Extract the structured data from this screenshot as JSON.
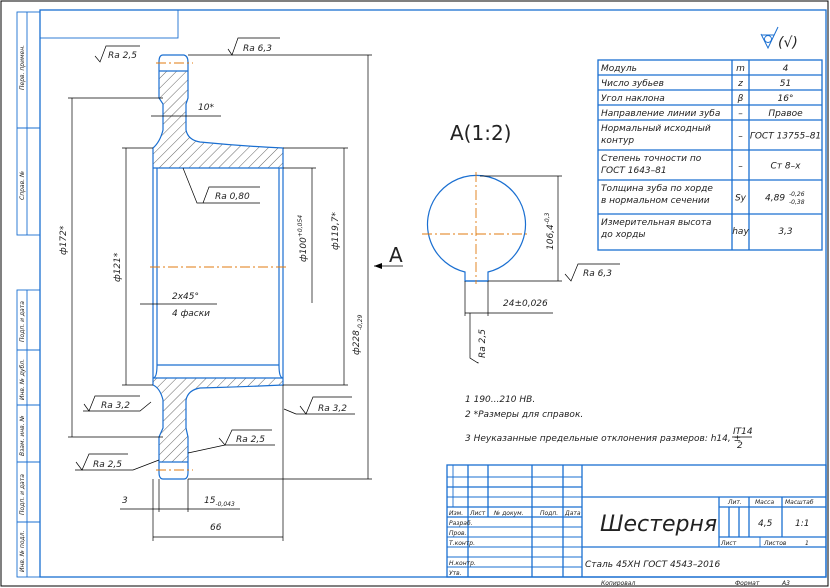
{
  "side_stamps": [
    "Перв. примен.",
    "Справ. №",
    "Подп. и дата",
    "Инв. № дубл.",
    "Взам. инв. №",
    "Подп. и дата",
    "Инв. № подл."
  ],
  "surface_finish": {
    "rest_symbol": "(√)"
  },
  "gear_params": [
    {
      "label": [
        "Модуль"
      ],
      "symbol": "m",
      "value": "4"
    },
    {
      "label": [
        "Число зубьев"
      ],
      "symbol": "z",
      "value": "51"
    },
    {
      "label": [
        "Угол наклона"
      ],
      "symbol": "β",
      "value": "16°"
    },
    {
      "label": [
        "Направление линии зуба"
      ],
      "symbol": "–",
      "value": "Правое"
    },
    {
      "label": [
        "Нормальный исходный",
        "контур"
      ],
      "symbol": "–",
      "value": "ГОСТ 13755–81"
    },
    {
      "label": [
        "Степень точности по",
        "ГОСТ 1643–81"
      ],
      "symbol": "–",
      "value": "Ст 8–х"
    },
    {
      "label": [
        "Толщина зуба по хорде",
        "в нормальном сечении"
      ],
      "symbol": "Sy",
      "value": "4,89",
      "upper": "-0,26",
      "lower": "-0,38"
    },
    {
      "label": [
        "Измерительная высота",
        "до хорды"
      ],
      "symbol": "hay",
      "value": "3,3"
    }
  ],
  "dimensions": {
    "d172": "ф172*",
    "d121": "ф121*",
    "d100": "ф100",
    "d100_tol": "+0,054",
    "d119": "ф119,7*",
    "d228": "ф228",
    "d228_tol": "-0,29",
    "w10": "10*",
    "chamfer": "2х45°",
    "chamfer_count": "4 фаски",
    "w3": "3",
    "w15": "15",
    "w15_tol": "-0,043",
    "w66": "66"
  },
  "roughness": {
    "top_left": "Ra 2,5",
    "top": "Ra 6,3",
    "bore": "Ra 0,80",
    "left_32": "Ra 3,2",
    "right_32": "Ra 3,2",
    "right_25": "Ra 2,5",
    "left_25": "Ra 2,5",
    "section_63": "Ra 6,3",
    "section_25": "Ra 2,5"
  },
  "section": {
    "title": "A(1:2)",
    "view_label": "A",
    "height": "106,4",
    "height_tol": "-0,3",
    "key_width": "24±0,026"
  },
  "notes": [
    "1  190...210 HB.",
    "2  *Размеры для справок.",
    "3  Неуказанные предельные отклонения размеров: h14, ±"
  ],
  "note3_fraction": {
    "num": "IT14",
    "den": "2"
  },
  "title_block": {
    "part_name": "Шестерня",
    "material": "Сталь 45ХН ГОСТ 4543–2016",
    "col_headers": [
      "Изм.",
      "Лист",
      "№ докум.",
      "Подп.",
      "Дата"
    ],
    "roles": [
      "Разраб.",
      "Пров.",
      "Т.контр.",
      "Н.контр.",
      "Утв."
    ],
    "lit": "Лит.",
    "mass_label": "Масса",
    "scale_label": "Масштаб",
    "mass": "4,5",
    "scale": "1:1",
    "sheet_label": "Лист",
    "sheets_label": "Листов",
    "sheets": "1",
    "copied": "Копировал",
    "format_label": "Формат",
    "format": "A3"
  }
}
